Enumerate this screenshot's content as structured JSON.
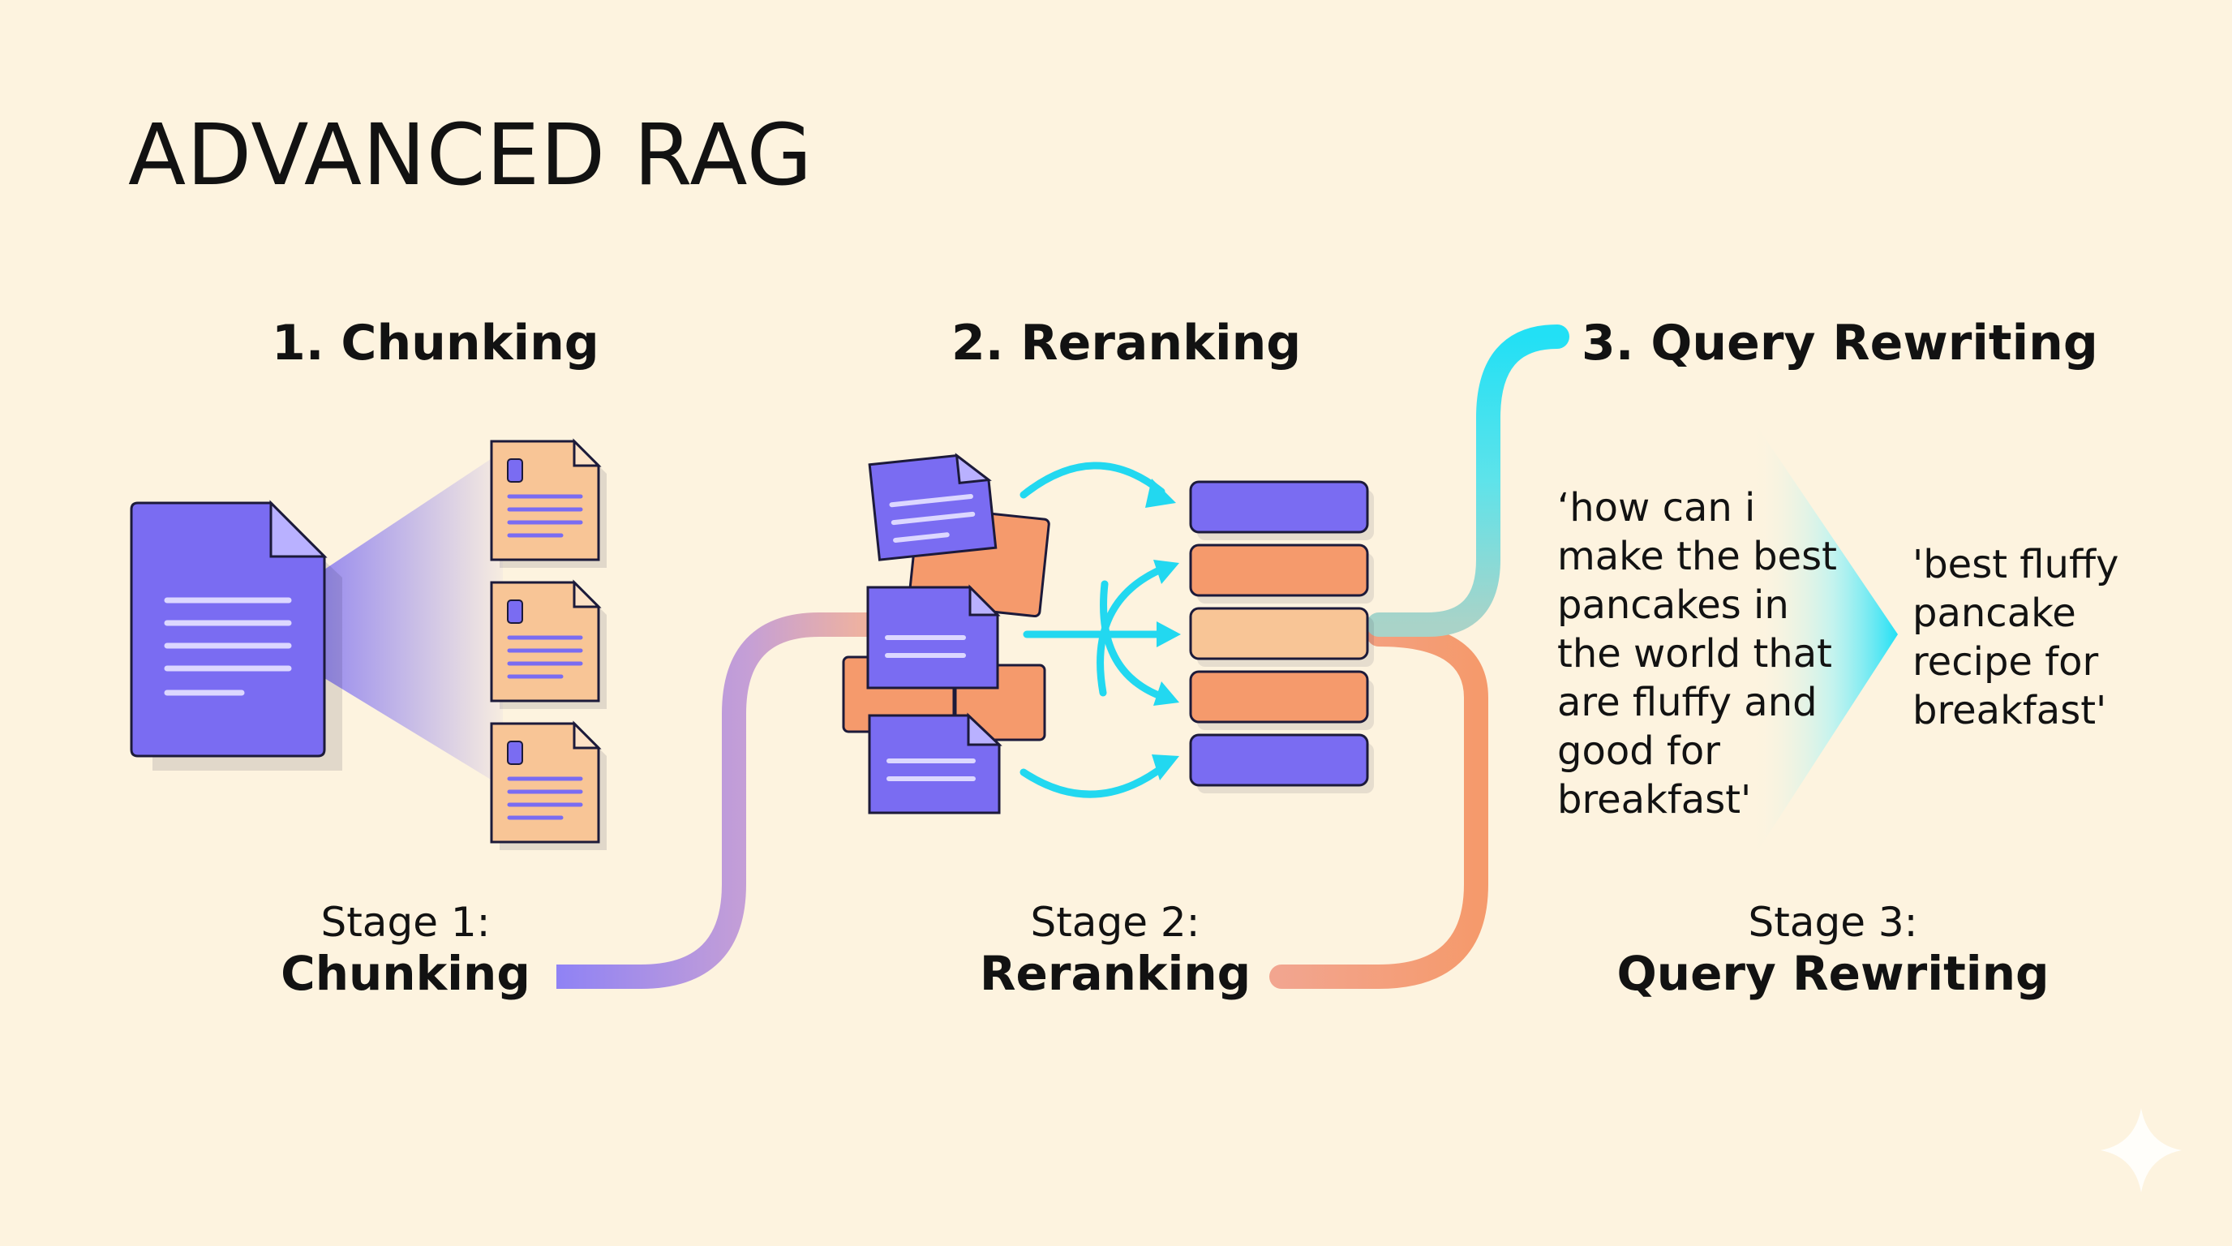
{
  "title": "ADVANCED RAG",
  "headings": {
    "chunking": "1. Chunking",
    "reranking": "2. Reranking",
    "rewriting": "3. Query Rewriting"
  },
  "stages": [
    {
      "number": "Stage 1:",
      "name": "Chunking"
    },
    {
      "number": "Stage 2:",
      "name": "Reranking"
    },
    {
      "number": "Stage 3:",
      "name": "Query Rewriting"
    }
  ],
  "query": {
    "original": "‘how can i\nmake the best\npancakes in\nthe world that\nare fluffy and\ngood for\nbreakfast'",
    "rewritten": "'best fluffy\npancake\nrecipe for\nbreakfast'"
  },
  "colors": {
    "background": "#fdf3df",
    "purple": "#7a6cf2",
    "orange": "#f59a6c",
    "peach": "#f8c596",
    "cyan": "#22e0f5",
    "outline": "#1c1a3a"
  },
  "icons": [
    "document-icon",
    "chunk-icon",
    "ranked-list-icon",
    "sparkle-icon"
  ]
}
